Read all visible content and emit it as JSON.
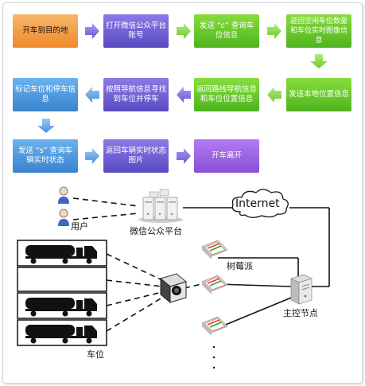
{
  "flow": {
    "row1": [
      "开车到目的地",
      "打开微信公众平台账号",
      "发送 “c” 查询车位信息",
      "返回空闲车位数量和车位实时图像信息"
    ],
    "row2": [
      "发送本地位置信息",
      "返回路线导航信息和车位位置信息",
      "按照导航信息寻找到车位并停车",
      "标记车位和停车信息"
    ],
    "row3": [
      "发送 “s” 查询车辆实时状态",
      "返回车辆实时状态图片",
      "开车离开"
    ]
  },
  "network": {
    "user_label": "用户",
    "wechat_label": "微信公众平台",
    "internet_label": "Internet",
    "pi_label": "树莓派",
    "master_label": "主控节点",
    "parking_label": "车位"
  },
  "colors": {
    "orange": "#f0922f",
    "purple": "#6a5ad0",
    "green": "#5cbd22",
    "blue": "#4a90d9",
    "violet": "#9a5ee0"
  }
}
